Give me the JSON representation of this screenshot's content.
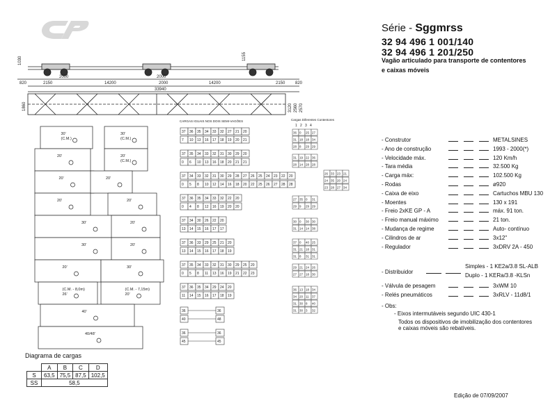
{
  "header": {
    "serie_label": "Série - ",
    "serie_name": "Sggmrss",
    "number_1": "32 94 496 1 001/140",
    "number_2": "32 94 496 1 201/250",
    "subtitle_1": "Vagão articulado para transporte de contentores",
    "subtitle_2": "e caixas móveis"
  },
  "drawing": {
    "dims_top": [
      "1030",
      "1155"
    ],
    "dims_length": [
      "820",
      "2150",
      "14200",
      "2000",
      "14200",
      "2150",
      "820"
    ],
    "dims_bogie": [
      "2000",
      "2000"
    ],
    "dim_total": "33940",
    "dims_side": [
      "1860",
      "3120",
      "2560",
      "2570"
    ],
    "loads_header": "CARGAS IGUAIS NOS DOIS SEMI-VAGÕES",
    "diff_header": "Cargas Diferentes Contentores",
    "diff_cols": [
      "1",
      "2",
      "3",
      "4"
    ]
  },
  "load_rows": [
    {
      "top": [
        "37",
        "36",
        "35",
        "34",
        "33",
        "32",
        "27",
        "21",
        "20"
      ],
      "bot": [
        "7",
        "10",
        "13",
        "16",
        "17",
        "18",
        "19",
        "20",
        "21"
      ]
    },
    {
      "top": [
        "37",
        "35",
        "34",
        "33",
        "32",
        "31",
        "30",
        "29",
        "20"
      ],
      "bot": [
        "0",
        "6",
        "10",
        "13",
        "16",
        "18",
        "20",
        "21",
        "21"
      ]
    },
    {
      "top": [
        "37",
        "34",
        "33",
        "32",
        "31",
        "30",
        "29",
        "28",
        "27",
        "26",
        "25",
        "24",
        "23",
        "22",
        "20"
      ],
      "bot": [
        "0",
        "5",
        "8",
        "10",
        "12",
        "14",
        "16",
        "18",
        "20",
        "22",
        "25",
        "26",
        "27",
        "28",
        "28"
      ]
    },
    {
      "top": [
        "37",
        "36",
        "35",
        "34",
        "33",
        "32",
        "22",
        "20"
      ],
      "bot": [
        "0",
        "4",
        "8",
        "12",
        "16",
        "19",
        "20",
        "20"
      ]
    },
    {
      "top": [
        "37",
        "34",
        "30",
        "26",
        "22",
        "20"
      ],
      "bot": [
        "13",
        "14",
        "15",
        "16",
        "17",
        "17"
      ]
    },
    {
      "top": [
        "37",
        "36",
        "33",
        "29",
        "25",
        "21",
        "20"
      ],
      "bot": [
        "13",
        "14",
        "15",
        "16",
        "17",
        "18",
        "19"
      ]
    },
    {
      "top": [
        "37",
        "35",
        "34",
        "33",
        "32",
        "31",
        "30",
        "29",
        "25",
        "20"
      ],
      "bot": [
        "0",
        "5",
        "8",
        "11",
        "13",
        "16",
        "19",
        "21",
        "22",
        "23"
      ]
    },
    {
      "top": [
        "37",
        "36",
        "35",
        "34",
        "29",
        "24",
        "20"
      ],
      "bot": [
        "11",
        "14",
        "15",
        "16",
        "17",
        "18",
        "19"
      ]
    },
    {
      "top": [
        "36"
      ],
      "bot": [
        "40"
      ],
      "right_top": "36",
      "right_bot": "48"
    },
    {
      "top": [
        "36"
      ],
      "bot": [
        "45"
      ],
      "right_top": "36",
      "right_bot": "45"
    }
  ],
  "diff_rows": [
    [
      "36",
      "0",
      "25",
      "27"
    ],
    [
      "31",
      "18",
      "18",
      "34"
    ],
    [
      "28",
      "8",
      "29",
      "29"
    ],
    [
      "31",
      "19",
      "22",
      "36"
    ],
    [
      "28",
      "14",
      "28",
      "28"
    ],
    [
      "27",
      "35",
      "0",
      "31"
    ],
    [
      "29",
      "9",
      "29",
      "29"
    ],
    [
      "30",
      "0",
      "30",
      "30"
    ],
    [
      "31",
      "14",
      "14",
      "38"
    ],
    [
      "37",
      "0",
      "40",
      "25"
    ],
    [
      "31",
      "21",
      "18",
      "31"
    ],
    [
      "31",
      "8",
      "31",
      "31"
    ],
    [
      "29",
      "21",
      "24",
      "26"
    ],
    [
      "27",
      "27",
      "18",
      "30"
    ],
    [
      "36",
      "13",
      "18",
      "34"
    ],
    [
      "34",
      "20",
      "11",
      "37"
    ],
    [
      "31",
      "30",
      "8",
      "40"
    ],
    [
      "31",
      "30",
      "3",
      "32"
    ]
  ],
  "diff_extra": [
    [
      "26",
      "33",
      "23",
      "21"
    ],
    [
      "24",
      "35",
      "20",
      "24"
    ],
    [
      "23",
      "28",
      "27",
      "34"
    ]
  ],
  "containers": [
    "30'\n(C.M.)",
    "30'\n(C.M.)",
    "20'",
    "20'\n(C.M.)",
    "20'",
    "20'",
    "20'",
    "20'",
    "30'",
    "20'",
    "30'",
    "20'",
    "20'",
    "30'",
    "(C.M. - 8,0m)\n26'",
    "(C.M. - 7,15m)\n20'",
    "40'",
    "40/48'"
  ],
  "specs": [
    {
      "label": "- Construtor",
      "value": "METALSINES"
    },
    {
      "label": "- Ano de construção",
      "value": "1993 - 2000(*)"
    },
    {
      "label": "- Velocidade máx.",
      "value": "120 Km/h"
    },
    {
      "label": "- Tara média",
      "value": "32.500 Kg"
    },
    {
      "label": "- Carga máx:",
      "value": "102.500 Kg"
    },
    {
      "label": "- Rodas",
      "value": "ø920"
    },
    {
      "label": "- Caixa de eixo",
      "value": "Cartuchos MBU 130"
    },
    {
      "label": "- Moentes",
      "value": "130 x 191"
    },
    {
      "label": "- Freio 2xKE GP - A",
      "value": "máx. 91 ton."
    },
    {
      "label": "- Freio manual máximo",
      "value": "21 ton."
    },
    {
      "label": "- Mudança de regime",
      "value": "Auto- contínuo"
    },
    {
      "label": "- Cilindros de ar",
      "value": "3x12\""
    },
    {
      "label": "- Regulador",
      "value": "3xDRV 2A - 450"
    }
  ],
  "distribuidor": {
    "label": "- Distribuidor",
    "value_1": "Simples - 1 KE2a/3.8 SL-ALB",
    "value_2": "Duplo - 1 KERa/3.8 -KLSn"
  },
  "specs_2": [
    {
      "label": "- Válvula de pesagem",
      "value": "3xWM 10"
    },
    {
      "label": "- Relés pneumáticos",
      "value": "3xRLV - 11d8/1"
    }
  ],
  "obs": {
    "title": "- Obs:",
    "line_1": "- Eixos intermutáveis segundo UIC 430-1",
    "line_2": "Todos os dispositivos de imobilização dos contentores",
    "line_3": "e caixas móveis são rebatíveis."
  },
  "diagram": {
    "title": "Diagrama de cargas",
    "cols": [
      "A",
      "B",
      "C",
      "D"
    ],
    "row_s_label": "S",
    "row_s": [
      "63,5",
      "75,5",
      "87,5",
      "102,5"
    ],
    "row_ss_label": "SS",
    "row_ss": "58,5"
  },
  "edition": "Edição de 07/09/2007"
}
